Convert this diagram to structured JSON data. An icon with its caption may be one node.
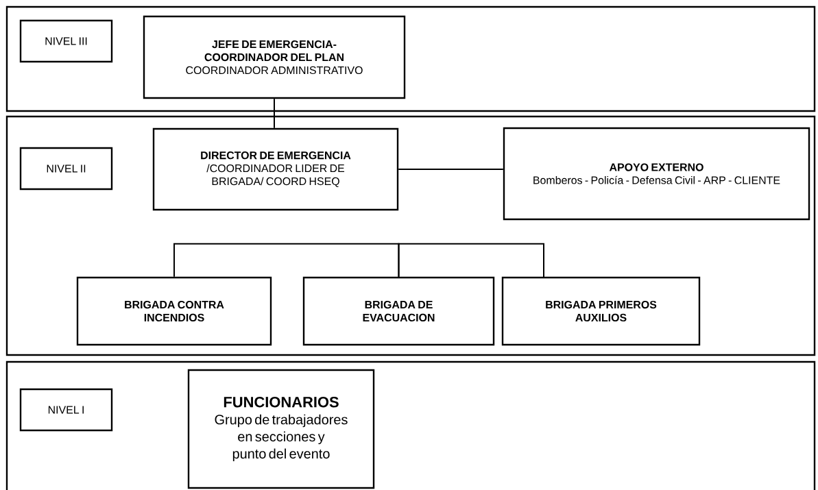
{
  "diagram": {
    "nodes": [
      {
        "text": [],
        "shape": "box"
      },
      {
        "text": [
          "NIVEL III"
        ],
        "in": 0
      },
      {
        "text": [
          "JEFE DE EMERGENCIA- COORDINADOR DEL PLAN",
          "COORDINADOR ADMINISTRATIVO"
        ],
        "in": 0
      },
      {
        "text": [],
        "shape": "box"
      },
      {
        "text": [
          "NIVEL II"
        ],
        "in": 3
      },
      {
        "text": [
          "DIRECTOR DE EMERGENCIA",
          "/COORDINADOR LIDER DE BRIGADA/ COORD HSEQ"
        ],
        "in": 3
      },
      {
        "text": [
          "APOYO EXTERNO",
          "Bomberos - Policía - Defensa Civil - ARP - CLIENTE"
        ],
        "in": 3
      },
      {
        "text": [
          "BRIGADA CONTRA INCENDIOS"
        ],
        "in": 3
      },
      {
        "text": [
          "BRIGADA DE EVACUACION"
        ],
        "in": 3
      },
      {
        "text": [
          "BRIGADA PRIMEROS AUXILIOS"
        ],
        "in": 3
      },
      {
        "text": [],
        "shape": "box"
      },
      {
        "text": [
          "NIVEL I"
        ],
        "in": 10
      },
      {
        "text": [
          "FUNCIONARIOS",
          "Grupo de trabajadores en secciones y punto del evento"
        ],
        "in": 10
      }
    ],
    "edges": [
      {
        "from": 2,
        "to": 5,
        "arrow": "none"
      },
      {
        "from": 5,
        "to": 6,
        "arrow": "none"
      },
      {
        "from": 7,
        "to": 8,
        "arrow": "none"
      },
      {
        "from": 8,
        "to": 9,
        "arrow": "none"
      }
    ]
  }
}
